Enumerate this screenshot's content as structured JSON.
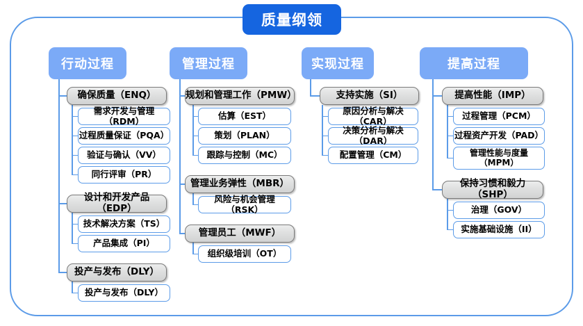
{
  "diagram": {
    "title": "质量纲领",
    "frame_color": "#5B9BE8",
    "title_color": "#1565E0",
    "header_color": "#7BAAF7",
    "columns": [
      {
        "header": "行动过程",
        "groups": [
          {
            "label": "确保质量（ENQ）",
            "children": [
              "需求开发与管理（RDM）",
              "过程质量保证（PQA）",
              "验证与确认（VV）",
              "同行评审（PR）"
            ]
          },
          {
            "label": "设计和开发产品（EDP）",
            "children": [
              "技术解决方案（TS）",
              "产品集成（PI）"
            ]
          },
          {
            "label": "投产与发布（DLY）",
            "children": [
              "投产与发布（DLY）"
            ]
          }
        ]
      },
      {
        "header": "管理过程",
        "groups": [
          {
            "label": "规划和管理工作（PMW）",
            "children": [
              "估算（EST）",
              "策划（PLAN）",
              "跟踪与控制（MC）"
            ]
          },
          {
            "label": "管理业务弹性（MBR）",
            "children": [
              "风险与机会管理（RSK）"
            ]
          },
          {
            "label": "管理员工（MWF）",
            "children": [
              "组织级培训（OT）"
            ]
          }
        ]
      },
      {
        "header": "实现过程",
        "groups": [
          {
            "label": "支持实施（SI）",
            "children": [
              "原因分析与解决（CAR）",
              "决策分析与解决（DAR）",
              "配置管理（CM）"
            ]
          }
        ]
      },
      {
        "header": "提高过程",
        "groups": [
          {
            "label": "提高性能（IMP）",
            "children": [
              "过程管理（PCM）",
              "过程资产开发（PAD）",
              "管理性能与度量\n（MPM）"
            ]
          },
          {
            "label": "保持习惯和毅力（SHP）",
            "children": [
              "治理（GOV）",
              "实施基础设施（II）"
            ]
          }
        ]
      }
    ]
  }
}
